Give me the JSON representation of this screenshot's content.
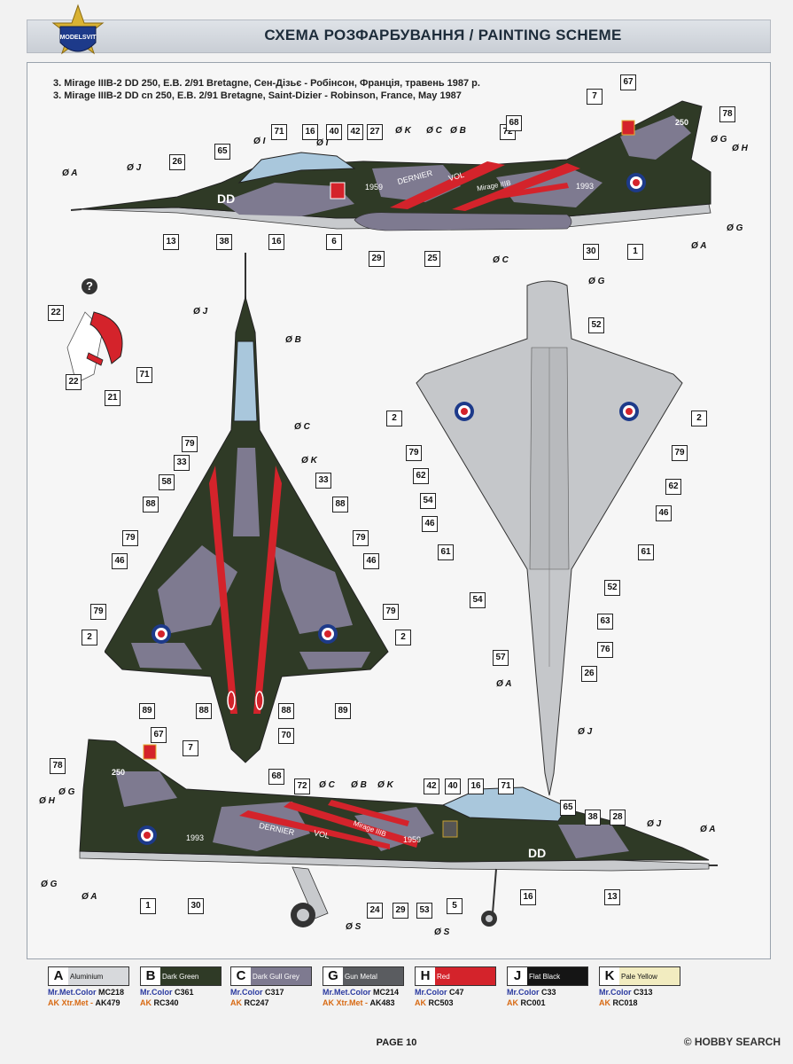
{
  "header": {
    "title": "СХЕМА РОЗФАРБУВАННЯ  /  PAINTING  SCHEME",
    "logo_text": "MODELSVIT"
  },
  "subtitle": {
    "line_ua": "3. Mirage IIIB-2 DD 250, E.B. 2/91 Bretagne, Сен-Дізьє - Робінсон, Франція, травень 1987 р.",
    "line_en": "3. Mirage IIIB-2 DD cn 250, E.B. 2/91 Bretagne, Saint-Dizier - Robinson, France, May 1987"
  },
  "colors": {
    "dark_green": "#2f3a26",
    "gull_grey": "#7e7a90",
    "red": "#d4232b",
    "aluminium": "#d7d9dc",
    "underside": "#c5c7ca",
    "roundel_blue": "#1d3a8a"
  },
  "aircraft_markings": {
    "code": "DD",
    "tail_number": "250",
    "year_left": "1959",
    "year_right": "1993",
    "text_dernier": "DERNIER",
    "text_vol": "VOL",
    "text_mirage": "Mirage IIIB"
  },
  "side_top": {
    "callouts": [
      "67",
      "7",
      "78",
      "71",
      "16",
      "40",
      "42",
      "27",
      "72",
      "68",
      "65",
      "26",
      "13",
      "38",
      "16",
      "6",
      "29",
      "25",
      "30",
      "1"
    ],
    "paint_refs": [
      "A",
      "J",
      "I",
      "I",
      "K",
      "C",
      "B",
      "G",
      "H",
      "G",
      "A",
      "C"
    ]
  },
  "top_view": {
    "callouts": [
      "22",
      "22",
      "21",
      "71",
      "79",
      "33",
      "58",
      "33",
      "88",
      "88",
      "79",
      "79",
      "46",
      "46",
      "79",
      "79",
      "2",
      "2",
      "89",
      "88",
      "88",
      "89",
      "70"
    ],
    "paint_refs": [
      "J",
      "B",
      "C",
      "K"
    ]
  },
  "bottom_view": {
    "callouts": [
      "52",
      "2",
      "2",
      "79",
      "79",
      "62",
      "62",
      "54",
      "46",
      "46",
      "61",
      "61",
      "52",
      "54",
      "63",
      "57",
      "76",
      "26"
    ],
    "paint_refs": [
      "G",
      "A",
      "J"
    ]
  },
  "side_bottom": {
    "callouts": [
      "67",
      "7",
      "78",
      "68",
      "72",
      "42",
      "40",
      "16",
      "71",
      "65",
      "38",
      "28",
      "1",
      "30",
      "24",
      "29",
      "53",
      "5",
      "16",
      "13"
    ],
    "paint_refs": [
      "G",
      "H",
      "G",
      "A",
      "C",
      "B",
      "K",
      "J",
      "A",
      "S",
      "S"
    ]
  },
  "paints": [
    {
      "letter": "A",
      "name": "Aluminium",
      "brand1": "Mr.Met.Color",
      "code1": "MC218",
      "brand2": "AK Xtr.Met -",
      "code2": "AK479",
      "bg": "#d7d9dc",
      "fg": "#111111"
    },
    {
      "letter": "B",
      "name": "Dark Green",
      "brand1": "Mr.Color",
      "code1": "C361",
      "brand2": "AK",
      "code2": "RC340",
      "bg": "#2f3a26",
      "fg": "#ffffff"
    },
    {
      "letter": "C",
      "name": "Dark Gull Grey",
      "brand1": "Mr.Color",
      "code1": "C317",
      "brand2": "AK",
      "code2": "RC247",
      "bg": "#7e7a90",
      "fg": "#ffffff"
    },
    {
      "letter": "G",
      "name": "Gun Metal",
      "brand1": "Mr.Met.Color",
      "code1": "MC214",
      "brand2": "AK Xtr.Met -",
      "code2": "AK483",
      "bg": "#5a5c60",
      "fg": "#ffffff"
    },
    {
      "letter": "H",
      "name": "Red",
      "brand1": "Mr.Color",
      "code1": "C47",
      "brand2": "AK",
      "code2": "RC503",
      "bg": "#d4232b",
      "fg": "#ffffff"
    },
    {
      "letter": "J",
      "name": "Flat Black",
      "brand1": "Mr.Color",
      "code1": "C33",
      "brand2": "AK",
      "code2": "RC001",
      "bg": "#151515",
      "fg": "#ffffff"
    },
    {
      "letter": "K",
      "name": "Pale Yellow",
      "brand1": "Mr.Color",
      "code1": "C313",
      "brand2": "AK",
      "code2": "RC018",
      "bg": "#f2ecc0",
      "fg": "#111111"
    }
  ],
  "footer": {
    "page": "PAGE 10",
    "watermark": "© HOBBY SEARCH"
  }
}
